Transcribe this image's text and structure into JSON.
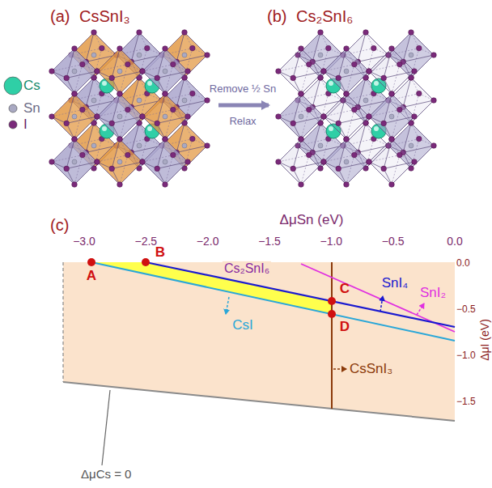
{
  "diagram": {
    "labels": [
      "(a)",
      "CsSnI₃",
      "(b)",
      "Cs₂SnI₆",
      "Remove ½ Sn",
      "Relax",
      "(c)",
      "ΔμSn (eV)",
      "−3.0",
      "−2.5",
      "−2.0",
      "−1.5",
      "−1.0",
      "−0.5",
      "0.0",
      "A",
      "B",
      "Cs₂SnI₆",
      "CsI",
      "C",
      "D",
      "SnI₄",
      "SnI₂",
      "CsSnI₃",
      "0.0",
      "−0.5",
      "−1.0",
      "−1.5",
      "ΔμI (eV)",
      "ΔμCs = 0"
    ],
    "legend": [
      {
        "text": "Cs",
        "color": "#2fcfa6"
      },
      {
        "text": "Sn",
        "color": "#a9a9c2"
      },
      {
        "text": "I",
        "color": "#7a2a7a"
      }
    ]
  }
}
